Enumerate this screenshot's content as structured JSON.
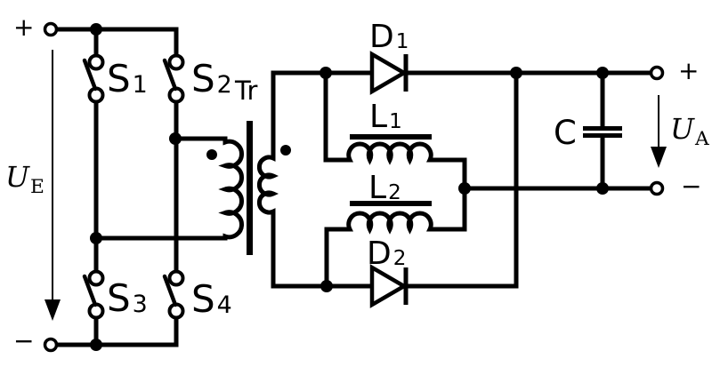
{
  "labels": {
    "input_plus": "+",
    "input_minus": "−",
    "input_voltage": {
      "base": "U",
      "sub": "E"
    },
    "s1": {
      "base": "S",
      "sub": "1"
    },
    "s2": {
      "base": "S",
      "sub": "2"
    },
    "s3": {
      "base": "S",
      "sub": "3"
    },
    "s4": {
      "base": "S",
      "sub": "4"
    },
    "transformer": "Tr",
    "d1": {
      "base": "D",
      "sub": "1"
    },
    "d2": {
      "base": "D",
      "sub": "2"
    },
    "l1": {
      "base": "L",
      "sub": "1"
    },
    "l2": {
      "base": "L",
      "sub": "2"
    },
    "capacitor": "C",
    "output_plus": "+",
    "output_minus": "−",
    "output_voltage": {
      "base": "U",
      "sub": "A"
    }
  },
  "colors": {
    "line": "#000000",
    "background": "#ffffff"
  }
}
